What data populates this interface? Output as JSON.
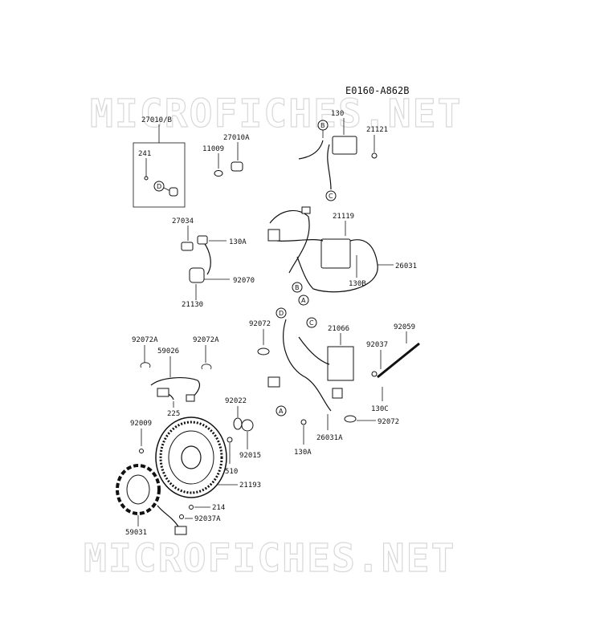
{
  "diagram": {
    "code": "E0160-A862B",
    "watermark": "MICROFICHES.NET",
    "callouts": [
      {
        "id": "27010B",
        "text": "27010/B"
      },
      {
        "id": "241",
        "text": "241"
      },
      {
        "id": "11009",
        "text": "11009"
      },
      {
        "id": "27010A",
        "text": "27010A"
      },
      {
        "id": "27034",
        "text": "27034"
      },
      {
        "id": "130A_top",
        "text": "130A"
      },
      {
        "id": "92070",
        "text": "92070"
      },
      {
        "id": "21130",
        "text": "21130"
      },
      {
        "id": "130",
        "text": "130"
      },
      {
        "id": "21121",
        "text": "21121"
      },
      {
        "id": "21119",
        "text": "21119"
      },
      {
        "id": "26031",
        "text": "26031"
      },
      {
        "id": "130B",
        "text": "130B"
      },
      {
        "id": "92072_mid",
        "text": "92072"
      },
      {
        "id": "21066",
        "text": "21066"
      },
      {
        "id": "92059",
        "text": "92059"
      },
      {
        "id": "92037",
        "text": "92037"
      },
      {
        "id": "130C",
        "text": "130C"
      },
      {
        "id": "92072_right",
        "text": "92072"
      },
      {
        "id": "26031A",
        "text": "26031A"
      },
      {
        "id": "130A_bottom",
        "text": "130A"
      },
      {
        "id": "92072A_left",
        "text": "92072A"
      },
      {
        "id": "59026",
        "text": "59026"
      },
      {
        "id": "92072A_right",
        "text": "92072A"
      },
      {
        "id": "225",
        "text": "225"
      },
      {
        "id": "92022",
        "text": "92022"
      },
      {
        "id": "92009",
        "text": "92009"
      },
      {
        "id": "92015",
        "text": "92015"
      },
      {
        "id": "510",
        "text": "510"
      },
      {
        "id": "21193",
        "text": "21193"
      },
      {
        "id": "214",
        "text": "214"
      },
      {
        "id": "92037A",
        "text": "92037A"
      },
      {
        "id": "59031",
        "text": "59031"
      }
    ],
    "connectors": {
      "A": "A",
      "B": "B",
      "C": "C",
      "D": "D"
    }
  }
}
